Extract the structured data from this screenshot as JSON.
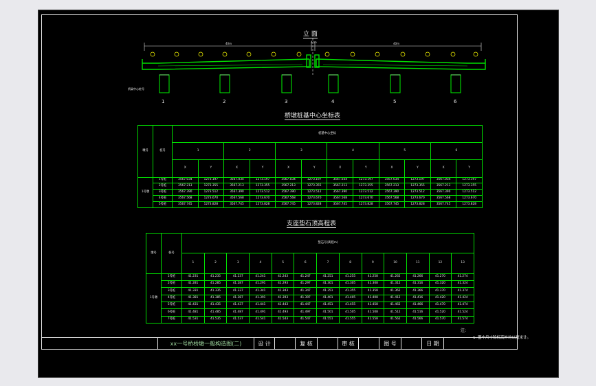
{
  "elevation": {
    "title": "立 面",
    "span_left": "40m",
    "span_right": "40m",
    "gap": "4cm",
    "label_left": "桥梁中心桩号",
    "pier_numbers": [
      "1",
      "2",
      "3",
      "4",
      "5",
      "6"
    ]
  },
  "coord_table": {
    "title": "桥墩桩基中心坐标表",
    "h_pier": "墩号",
    "h_pile": "桩号",
    "h_group": "桩基中心坐标",
    "piles": [
      "1",
      "2",
      "3",
      "4",
      "5",
      "6"
    ],
    "sub": [
      "X",
      "Y"
    ],
    "row_group": "1号墩",
    "rows": [
      {
        "label": "1号桩",
        "cells": [
          "3567.034",
          "1273.197",
          "3567.034",
          "1273.197",
          "3567.034",
          "1273.197",
          "3567.034",
          "1273.197",
          "3567.034",
          "1273.197",
          "3567.034",
          "1273.197"
        ]
      },
      {
        "label": "2号桩",
        "cells": [
          "3567.213",
          "1273.355",
          "3567.213",
          "1273.355",
          "3567.213",
          "1273.355",
          "3567.213",
          "1273.355",
          "3567.213",
          "1273.355",
          "3567.213",
          "1273.355"
        ]
      },
      {
        "label": "3号桩",
        "cells": [
          "3567.390",
          "1273.512",
          "3567.390",
          "1273.512",
          "3567.390",
          "1273.512",
          "3567.390",
          "1273.512",
          "3567.390",
          "1273.512",
          "3567.390",
          "1273.512"
        ]
      },
      {
        "label": "4号桩",
        "cells": [
          "3567.568",
          "1273.670",
          "3567.568",
          "1273.670",
          "3567.568",
          "1273.670",
          "3567.568",
          "1273.670",
          "3567.568",
          "1273.670",
          "3567.568",
          "1273.670"
        ]
      },
      {
        "label": "5号桩",
        "cells": [
          "3567.745",
          "1273.828",
          "3567.745",
          "1273.828",
          "3567.745",
          "1273.828",
          "3567.745",
          "1273.828",
          "3567.745",
          "1273.828",
          "3567.745",
          "1273.828"
        ]
      }
    ]
  },
  "elev_table": {
    "title": "支座垫石顶高程表",
    "h_pier": "墩号",
    "h_pile": "桩号",
    "h_group": "垫石号(高程m)",
    "cols": [
      "1",
      "2",
      "3",
      "4",
      "5",
      "6",
      "7",
      "8",
      "9",
      "10",
      "11",
      "12",
      "13"
    ],
    "row_group": "1号墩",
    "rows": [
      {
        "label": "1号桩",
        "cells": [
          "41.231",
          "41.235",
          "41.237",
          "41.241",
          "41.243",
          "41.247",
          "41.251",
          "41.255",
          "41.258",
          "41.262",
          "41.266",
          "41.270",
          "41.274"
        ]
      },
      {
        "label": "2号桩",
        "cells": [
          "41.281",
          "41.285",
          "41.287",
          "41.291",
          "41.293",
          "41.297",
          "41.301",
          "41.305",
          "41.308",
          "41.312",
          "41.316",
          "41.320",
          "41.324"
        ]
      },
      {
        "label": "3号桩",
        "cells": [
          "41.331",
          "41.335",
          "41.337",
          "41.341",
          "41.343",
          "41.347",
          "41.351",
          "41.355",
          "41.358",
          "41.362",
          "41.366",
          "41.370",
          "41.374"
        ]
      },
      {
        "label": "4号桩",
        "cells": [
          "41.381",
          "41.385",
          "41.387",
          "41.391",
          "41.393",
          "41.397",
          "41.401",
          "41.405",
          "41.408",
          "41.412",
          "41.416",
          "41.420",
          "41.424"
        ]
      },
      {
        "label": "5号桩",
        "cells": [
          "41.431",
          "41.435",
          "41.437",
          "41.441",
          "41.443",
          "41.447",
          "41.451",
          "41.455",
          "41.458",
          "41.462",
          "41.466",
          "41.470",
          "41.474"
        ]
      },
      {
        "label": "6号桩",
        "cells": [
          "41.481",
          "41.485",
          "41.487",
          "41.491",
          "41.493",
          "41.497",
          "41.501",
          "41.505",
          "41.508",
          "41.512",
          "41.516",
          "41.520",
          "41.524"
        ]
      },
      {
        "label": "7号桩",
        "cells": [
          "41.531",
          "41.535",
          "41.537",
          "41.541",
          "41.543",
          "41.547",
          "41.551",
          "41.555",
          "41.558",
          "41.562",
          "41.566",
          "41.570",
          "41.574"
        ]
      }
    ]
  },
  "notes": {
    "heading": "注:",
    "line1": "1. 图中尺寸除标高外均以厘米计。"
  },
  "title_block": {
    "drawing_name": "xx一号桥桥墩一般构造图(二)",
    "design": "设 计",
    "review": "复 核",
    "audit": "审 核",
    "drawing_no": "图 号",
    "date": "日 期"
  },
  "colors": {
    "background": "#000000",
    "line_green": "#00e000",
    "text": "#e8e8e8",
    "accent": "#00ff00"
  }
}
